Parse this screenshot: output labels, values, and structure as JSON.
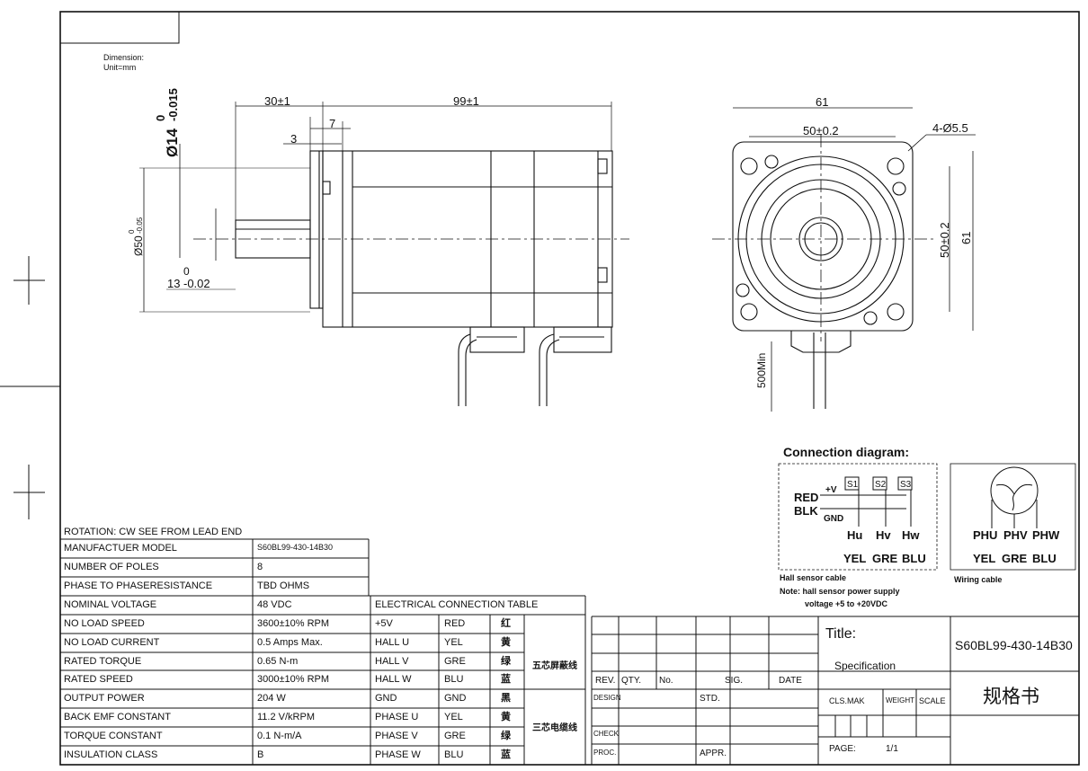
{
  "header": {
    "dimension_label": "Dimension:",
    "unit_label": "Unit=mm"
  },
  "dimensions": {
    "shaft_length": "30±1",
    "body_length": "99±1",
    "flange_thickness": "7",
    "boss_depth": "3",
    "shaft_dia_main": "Ø14",
    "shaft_dia_tol_upper": "0",
    "shaft_dia_tol_lower": "-0.015",
    "boss_dia_main": "Ø50",
    "boss_dia_tol_upper": "0",
    "boss_dia_tol_lower": "-0.05",
    "flat_main": "13",
    "flat_tol_upper": "0",
    "flat_tol_lower": "-0.02",
    "overall_width": "61",
    "bolt_spacing_h": "50±0.2",
    "holes": "4-Ø5.5",
    "bolt_spacing_v": "50±0.2",
    "overall_height": "61",
    "cable_length": "500Min"
  },
  "connection": {
    "title": "Connection diagram:",
    "red": "RED",
    "blk": "BLK",
    "plus_v": "+V",
    "gnd": "GND",
    "s1": "S1",
    "s2": "S2",
    "s3": "S3",
    "hu": "Hu",
    "hv": "Hv",
    "hw": "Hw",
    "yel": "YEL",
    "gre": "GRE",
    "blu": "BLU",
    "hall_caption": "Hall sensor cable",
    "note_line1": "Note: hall sensor power supply",
    "note_line2": "voltage +5 to +20VDC",
    "phu": "PHU",
    "phv": "PHV",
    "phw": "PHW",
    "wiring_caption": "Wiring cable"
  },
  "specs": {
    "rotation": "ROTATION: CW SEE FROM LEAD END",
    "rows": [
      {
        "label": "MANUFACTUER MODEL",
        "value": "S60BL99-430-14B30"
      },
      {
        "label": "NUMBER OF POLES",
        "value": "8"
      },
      {
        "label": "PHASE TO PHASERESISTANCE",
        "value": "TBD OHMS"
      },
      {
        "label": "NOMINAL VOLTAGE",
        "value": "48 VDC"
      },
      {
        "label": "NO LOAD SPEED",
        "value": "3600±10% RPM"
      },
      {
        "label": "NO LOAD CURRENT",
        "value": "0.5 Amps Max."
      },
      {
        "label": "RATED TORQUE",
        "value": "0.65 N-m"
      },
      {
        "label": "RATED SPEED",
        "value": "3000±10% RPM"
      },
      {
        "label": "OUTPUT POWER",
        "value": "204 W"
      },
      {
        "label": "BACK EMF CONSTANT",
        "value": "11.2 V/kRPM"
      },
      {
        "label": "TORQUE CONSTANT",
        "value": "0.1 N-m/A"
      },
      {
        "label": "INSULATION CLASS",
        "value": "B"
      }
    ]
  },
  "electrical": {
    "title": "ELECTRICAL CONNECTION TABLE",
    "rows": [
      {
        "signal": "+5V",
        "color": "RED",
        "cn": "红"
      },
      {
        "signal": "HALL U",
        "color": "YEL",
        "cn": "黄"
      },
      {
        "signal": "HALL V",
        "color": "GRE",
        "cn": "绿"
      },
      {
        "signal": "HALL W",
        "color": "BLU",
        "cn": "蓝"
      },
      {
        "signal": "GND",
        "color": "GND",
        "cn": "黑"
      },
      {
        "signal": "PHASE U",
        "color": "YEL",
        "cn": "黄"
      },
      {
        "signal": "PHASE V",
        "color": "GRE",
        "cn": "绿"
      },
      {
        "signal": "PHASE W",
        "color": "BLU",
        "cn": "蓝"
      }
    ],
    "group1": "五芯屏蔽线",
    "group2": "三芯电缆线"
  },
  "titleblock": {
    "rev": "REV.",
    "qty": "QTY.",
    "no": "No.",
    "sig": "SIG.",
    "date": "DATE",
    "design": "DESIGN",
    "std": "STD.",
    "check": "CHECK",
    "proc": "PROC.",
    "appr": "APPR.",
    "title_label": "Title:",
    "specification": "Specification",
    "model": "S60BL99-430-14B30",
    "clsmak": "CLS.MAK",
    "weight": "WEIGHT",
    "scale": "SCALE",
    "cn_title": "规格书",
    "page_label": "PAGE:",
    "page_value": "1/1"
  }
}
